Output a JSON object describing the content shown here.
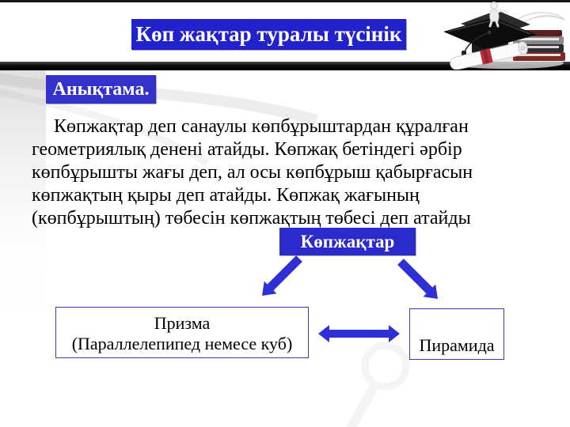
{
  "slide": {
    "title": "Көп жақтар туралы түсінік",
    "definition_label": "Анықтама.",
    "paragraph_lines": [
      "Көпжақтар деп санаулы көпбұрыштардан құралған",
      "геометриялық денені атайды. Көпжақ бетіндегі әрбір",
      "көпбұрышты жағы деп, ал осы көпбұрыш қабырғасын",
      "көпжақтың қыры деп атайды. Көпжақ жағының",
      "(көпбұрыштың) төбесін көпжақтың төбесі деп атайды"
    ],
    "diagram": {
      "root_label": "Көпжақтар",
      "left_node_line1": "Призма",
      "left_node_line2": "(Параллелепипед немесе куб)",
      "right_node_label": "Пирамида"
    },
    "colors": {
      "title_box_bg": "#2222cc",
      "label_box_bg": "#3333cc",
      "root_box_bg": "#2a2acd",
      "arrow": "#2f2fd6",
      "node_border": "#3a3aad",
      "band": "#000000"
    },
    "decor": {
      "clipart": "graduation-cap-books-and-diploma-scroll"
    }
  }
}
